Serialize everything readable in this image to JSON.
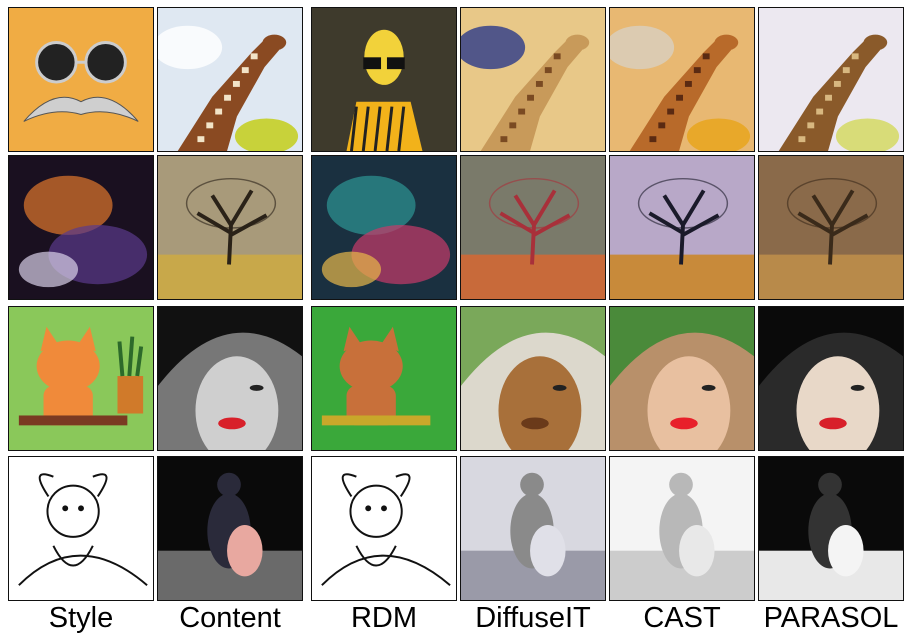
{
  "figure": {
    "columns": [
      {
        "label": "Style"
      },
      {
        "label": "Content"
      },
      {
        "label": "RDM"
      },
      {
        "label": "DiffuseIT"
      },
      {
        "label": "CAST"
      },
      {
        "label": "PARASOL"
      }
    ],
    "rows": [
      {
        "subject": "giraffe",
        "style_palette": [
          "#f0ac44",
          "#222222",
          "#bbbbbb"
        ]
      },
      {
        "subject": "tree",
        "style_palette": [
          "#5b3a8c",
          "#c86a2a",
          "#e8e0f0"
        ]
      },
      {
        "subject": "woman-in-hat",
        "style_palette": [
          "#66b044",
          "#f08a3a",
          "#7a3a22"
        ]
      },
      {
        "subject": "couple-on-rocks",
        "style_palette": [
          "#ffffff",
          "#111111",
          "#777777"
        ]
      }
    ]
  }
}
